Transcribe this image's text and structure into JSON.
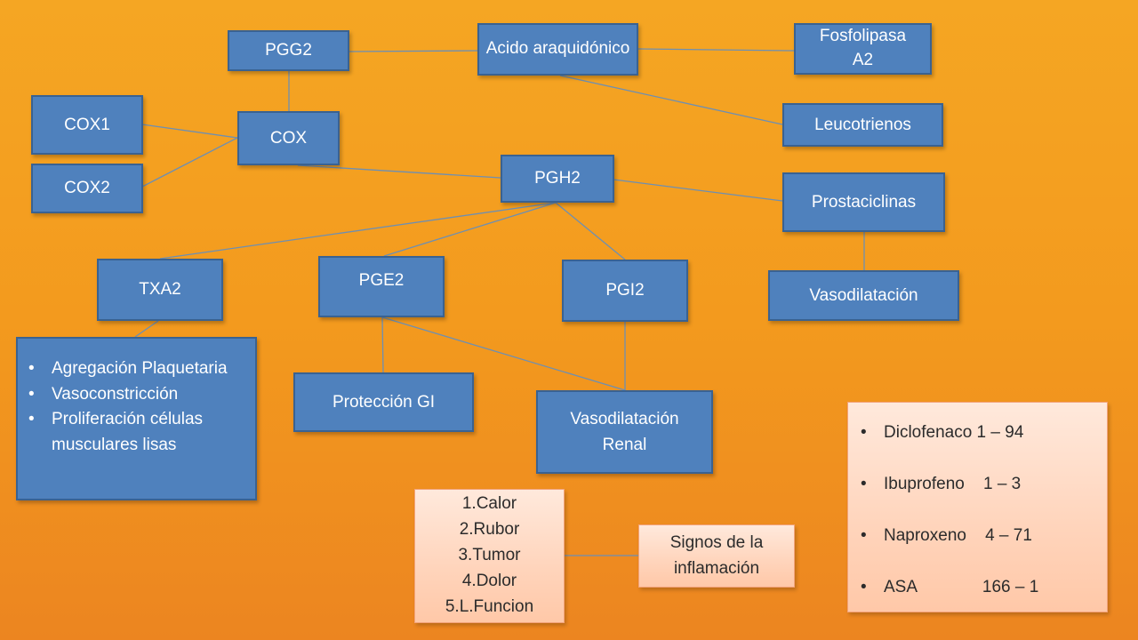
{
  "nodes": {
    "pgg2": "PGG2",
    "acido": "Acido araquidónico",
    "fosfolipasa": "Fosfolipasa A2",
    "cox1": "COX1",
    "cox": "COX",
    "leucotrienos": "Leucotrienos",
    "cox2": "COX2",
    "pgh2": "PGH2",
    "prostaciclinas": "Prostaciclinas",
    "txa2": "TXA2",
    "pge2": "PGE2",
    "pgi2": "PGI2",
    "vasodilatacion": "Vasodilatación",
    "proteccion_gi": "Protección GI",
    "vasodilatacion_renal": "Vasodilatación Renal",
    "signos": "Signos de la inflamación"
  },
  "txa2_effects": [
    "Agregación Plaquetaria",
    "Vasoconstricción",
    "Proliferación células musculares lisas"
  ],
  "signs_list": [
    "1.Calor",
    "2.Rubor",
    "3.Tumor",
    "4.Dolor",
    "5.L.Funcion"
  ],
  "drugs": [
    "Diclofenaco 1 – 94",
    "Ibuprofeno    1 – 3",
    "Naproxeno    4 – 71",
    "ASA              166 – 1"
  ],
  "colors": {
    "box": "#4f81bd",
    "box_border": "#3a6291",
    "light_box": "#ffd4bb",
    "background": "#f5a623"
  }
}
